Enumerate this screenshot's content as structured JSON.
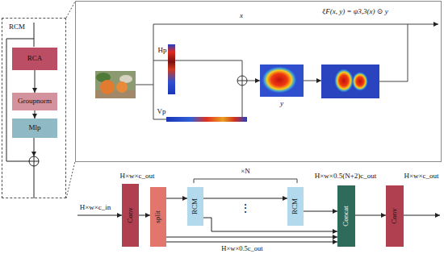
{
  "diagram": {
    "nodes": [
      {
        "text": [
          "RCM"
        ]
      },
      {
        "text": [
          "RCA"
        ],
        "in": 0
      },
      {
        "text": [
          "Groupnorm"
        ],
        "in": 0
      },
      {
        "text": [
          "Mlp"
        ],
        "in": 0
      },
      {
        "text": [
          "Conv"
        ]
      },
      {
        "text": [
          "split"
        ]
      },
      {
        "text": [
          "RCM"
        ]
      },
      {
        "text": [
          "RCM"
        ]
      },
      {
        "text": [
          "Concat"
        ]
      },
      {
        "text": [
          "Conv"
        ]
      }
    ],
    "edges": [
      {
        "from": 1,
        "to": 2,
        "arrow": "to"
      },
      {
        "from": 2,
        "to": 3,
        "arrow": "to"
      },
      {
        "from": 4,
        "to": 5,
        "arrow": "to"
      },
      {
        "from": 5,
        "to": 6,
        "arrow": "to"
      },
      {
        "from": 6,
        "to": 7,
        "arrow": "to"
      },
      {
        "from": 7,
        "to": 8,
        "arrow": "to"
      },
      {
        "from": 6,
        "to": 8,
        "arrow": "to"
      },
      {
        "from": 5,
        "to": 8,
        "arrow": "to"
      },
      {
        "from": 5,
        "to": 8,
        "arrow": "to"
      },
      {
        "from": 8,
        "to": 9,
        "arrow": "to"
      }
    ],
    "labels": [
      "x",
      "Hp",
      "Vp",
      "y",
      "ξF(x, y) = ψ3,3(x) ⊙ y",
      "H×w×c_in",
      "H×w×c_out",
      "×N",
      "⋮",
      "H×w×0.5(N+2)c_out",
      "H×w×c_out",
      "H×w×0.5c_out"
    ]
  }
}
